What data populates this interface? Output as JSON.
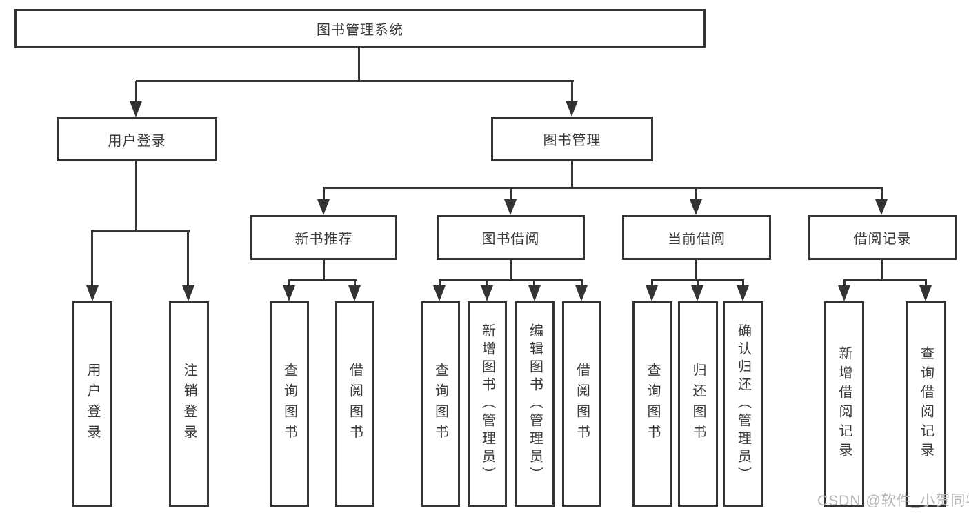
{
  "nodes": {
    "root": {
      "label": "图书管理系统"
    },
    "user_login_group": {
      "label": "用户登录"
    },
    "book_management": {
      "label": "图书管理"
    },
    "new_book_recommend": {
      "label": "新书推荐"
    },
    "book_borrowing": {
      "label": "图书借阅"
    },
    "current_borrowing": {
      "label": "当前借阅"
    },
    "borrowing_records": {
      "label": "借阅记录"
    },
    "leaf_user_login": {
      "label": "用户登录"
    },
    "leaf_logout": {
      "label": "注销登录"
    },
    "leaf_query_book_recommend": {
      "label": "查询图书"
    },
    "leaf_borrow_book_recommend": {
      "label": "借阅图书"
    },
    "leaf_query_book_borrowing": {
      "label": "查询图书"
    },
    "leaf_add_book_admin": {
      "label": "新增图书（管理员）"
    },
    "leaf_edit_book_admin": {
      "label": "编辑图书（管理员）"
    },
    "leaf_borrow_book_borrowing": {
      "label": "借阅图书"
    },
    "leaf_query_book_current": {
      "label": "查询图书"
    },
    "leaf_return_book": {
      "label": "归还图书"
    },
    "leaf_confirm_return_admin": {
      "label": "确认归还（管理员）"
    },
    "leaf_add_borrow_record": {
      "label": "新增借阅记录"
    },
    "leaf_query_borrow_record": {
      "label": "查询借阅记录"
    }
  },
  "edges": [
    {
      "from": "图书管理系统",
      "to": [
        "用户登录",
        "图书管理"
      ]
    },
    {
      "from": "用户登录",
      "to": [
        "用户登录",
        "注销登录"
      ]
    },
    {
      "from": "图书管理",
      "to": [
        "新书推荐",
        "图书借阅",
        "当前借阅",
        "借阅记录"
      ]
    },
    {
      "from": "新书推荐",
      "to": [
        "查询图书",
        "借阅图书"
      ]
    },
    {
      "from": "图书借阅",
      "to": [
        "查询图书",
        "新增图书（管理员）",
        "编辑图书（管理员）",
        "借阅图书"
      ]
    },
    {
      "from": "当前借阅",
      "to": [
        "查询图书",
        "归还图书",
        "确认归还（管理员）"
      ]
    },
    {
      "from": "借阅记录",
      "to": [
        "新增借阅记录",
        "查询借阅记录"
      ]
    }
  ],
  "watermark": {
    "text": "CSDN @软件_小贺同学"
  },
  "colors": {
    "line": "#333333",
    "text": "#3a3a3a",
    "watermark": "#b5b5b5",
    "background": "#ffffff"
  }
}
